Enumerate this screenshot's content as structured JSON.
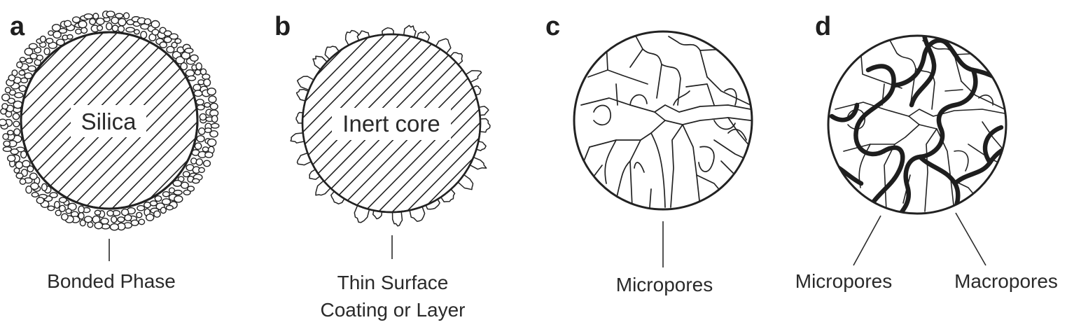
{
  "panels": {
    "a": {
      "letter": "a",
      "core_label": "Silica",
      "callout": "Bonded Phase"
    },
    "b": {
      "letter": "b",
      "core_label": "Inert core",
      "callout_line1": "Thin Surface",
      "callout_line2": "Coating or Layer"
    },
    "c": {
      "letter": "c",
      "callout": "Micropores"
    },
    "d": {
      "letter": "d",
      "callout_left": "Micropores",
      "callout_right": "Macropores"
    }
  },
  "colors": {
    "ink": "#222222",
    "background": "#ffffff"
  }
}
